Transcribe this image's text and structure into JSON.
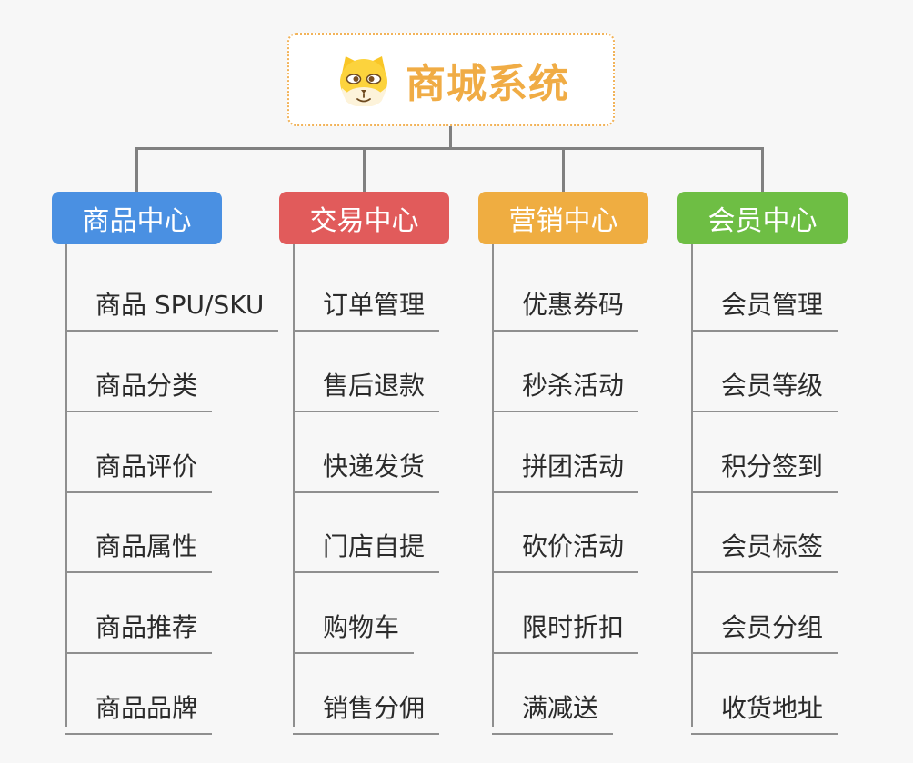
{
  "diagram": {
    "type": "mindmap-org-chart",
    "background_color": "#f7f7f7",
    "connector_color": "#808080",
    "root": {
      "label": "商城系统",
      "icon": "dog-face-icon",
      "text_color": "#f0ac45",
      "border_color": "#f2b359"
    },
    "branches": [
      {
        "label": "商品中心",
        "color": "#4a90e2",
        "items": [
          "商品 SPU/SKU",
          "商品分类",
          "商品评价",
          "商品属性",
          "商品推荐",
          "商品品牌"
        ]
      },
      {
        "label": "交易中心",
        "color": "#e15b5b",
        "items": [
          "订单管理",
          "售后退款",
          "快递发货",
          "门店自提",
          "购物车",
          "销售分佣"
        ]
      },
      {
        "label": "营销中心",
        "color": "#efad41",
        "items": [
          "优惠券码",
          "秒杀活动",
          "拼团活动",
          "砍价活动",
          "限时折扣",
          "满减送"
        ]
      },
      {
        "label": "会员中心",
        "color": "#6ebe44",
        "items": [
          "会员管理",
          "会员等级",
          "积分签到",
          "会员标签",
          "会员分组",
          "收货地址"
        ]
      }
    ]
  }
}
